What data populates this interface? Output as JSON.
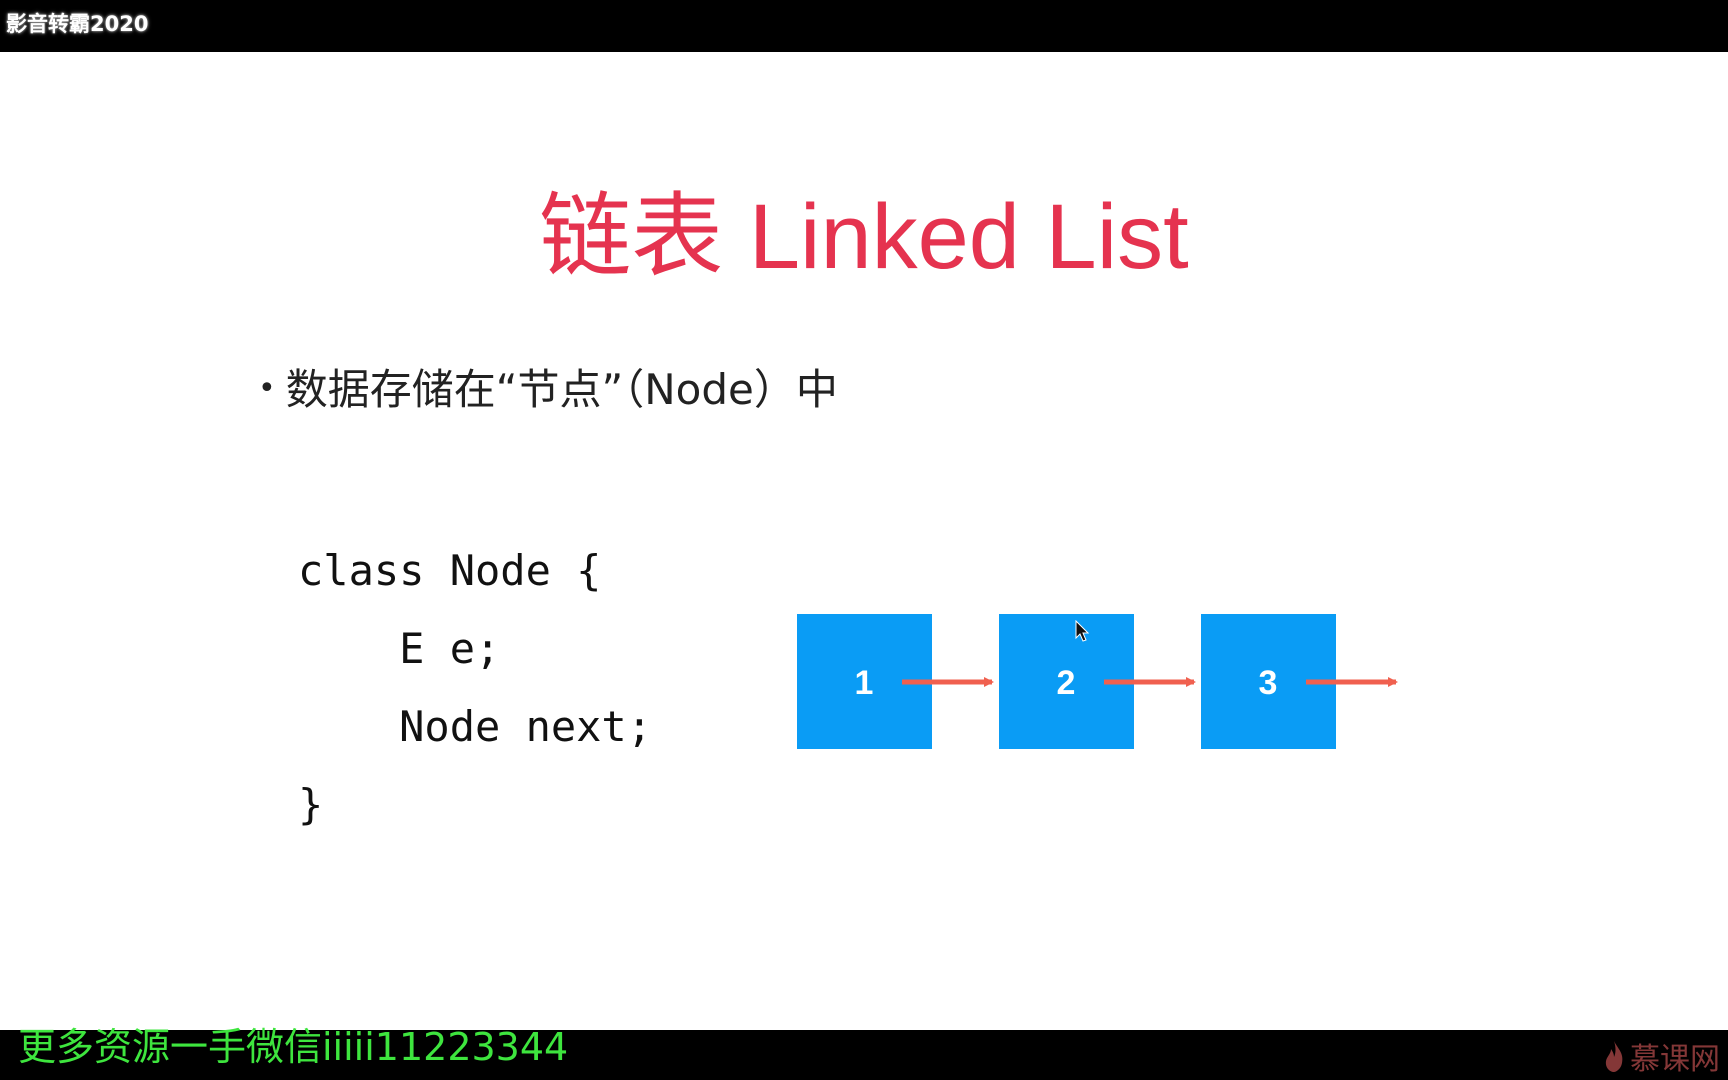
{
  "topbar": {
    "app_label": "影音转霸2020"
  },
  "slide": {
    "title": "链表 Linked List",
    "bullet": "数据存储在“节点”（Node）中",
    "code_lines": [
      "class Node {",
      "    E e;",
      "    Node next;",
      "}"
    ],
    "diagram": {
      "nodes": [
        "1",
        "2",
        "3"
      ],
      "node_color": "#0a9cf5",
      "arrow_color": "#f0604f"
    }
  },
  "overlay": {
    "watermark": "更多资源一手微信iiiii11223344",
    "brand": "慕课网",
    "brand_icon": "flame-icon"
  },
  "colors": {
    "title": "#e5334f",
    "watermark": "#3ee53e"
  }
}
